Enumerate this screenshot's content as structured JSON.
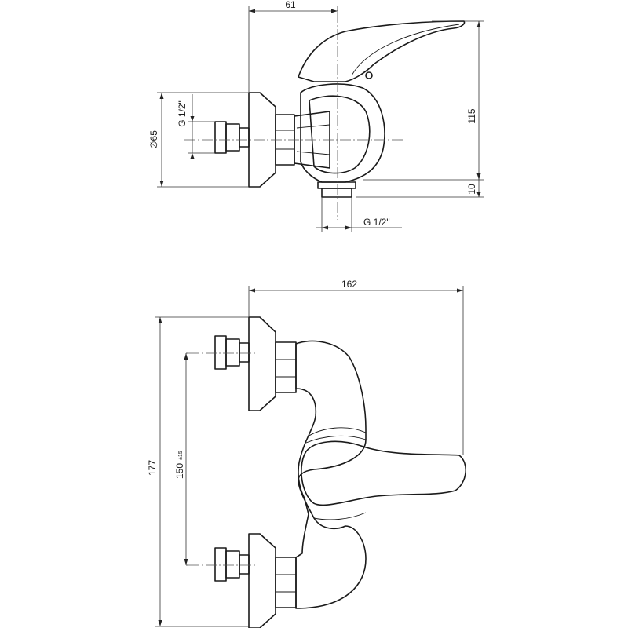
{
  "views": {
    "side": {
      "dimensions": {
        "top_width": "61",
        "height": "115",
        "nut_height": "10",
        "flange_diameter": "∅65",
        "inlet_thread": "G 1/2\"",
        "outlet_thread": "G 1/2\""
      }
    },
    "front": {
      "dimensions": {
        "overall_width": "162",
        "overall_height": "177",
        "inlet_spacing": "150",
        "inlet_spacing_tolerance": "±15"
      }
    }
  },
  "colors": {
    "line": "#1a1a1a",
    "background": "#ffffff"
  }
}
